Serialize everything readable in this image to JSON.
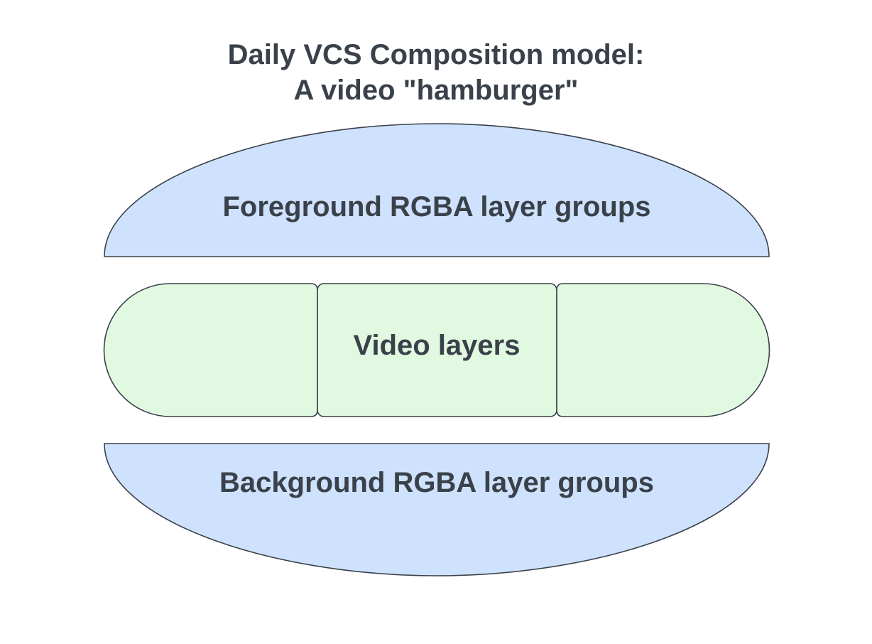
{
  "title": {
    "line1": "Daily VCS Composition model:",
    "line2": "A video \"hamburger\""
  },
  "layers": {
    "top": {
      "label": "Foreground RGBA layer groups"
    },
    "middle": {
      "label": "Video layers"
    },
    "bottom": {
      "label": "Background RGBA layer groups"
    }
  },
  "colors": {
    "text": "#3a414a",
    "outline": "#3a414a",
    "bun_fill": "#cfe2fd",
    "patty_fill": "#e2f9e1",
    "background": "#ffffff"
  }
}
